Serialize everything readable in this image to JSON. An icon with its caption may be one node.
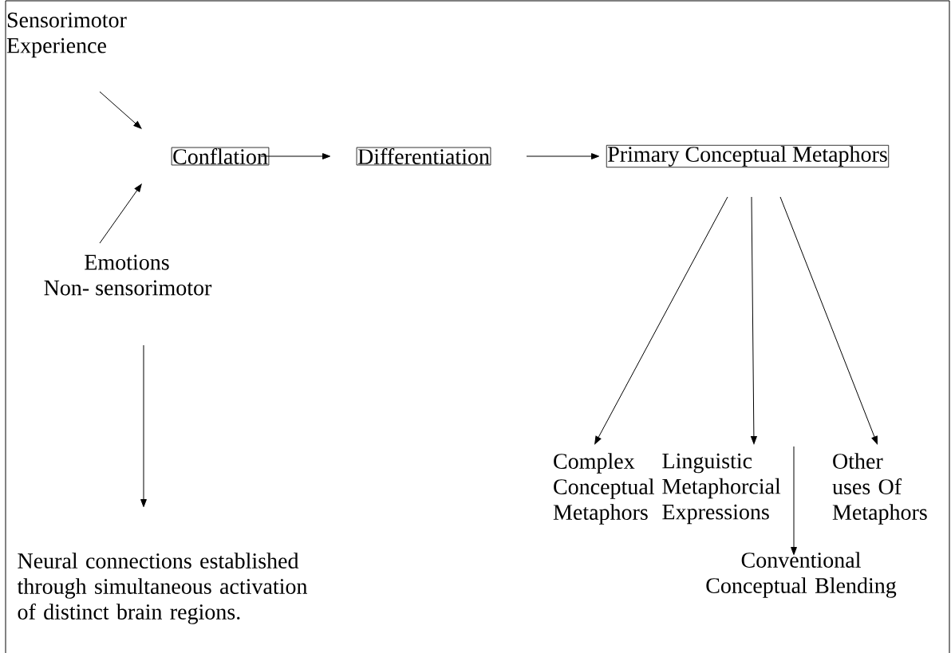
{
  "diagram": {
    "nodes": [
      {
        "text": [
          "Sensorimotor Experience"
        ]
      },
      {
        "text": [
          "Conflation"
        ]
      },
      {
        "text": [
          "Differentiation"
        ]
      },
      {
        "text": [
          "Primary Conceptual Metaphors"
        ]
      },
      {
        "text": [
          "Emotions Non- sensorimotor"
        ]
      },
      {
        "text": [
          "Complex Conceptual Metaphors"
        ]
      },
      {
        "text": [
          "Linguistic Metaphorcial Expressions"
        ]
      },
      {
        "text": [
          "Other uses Of Metaphors"
        ]
      },
      {
        "text": [
          "Neural connections established through simultaneous activation of distinct brain regions."
        ]
      },
      {
        "text": [
          "Conventional Conceptual Blending"
        ]
      }
    ],
    "edges": [
      {
        "from": 0,
        "to": 1,
        "arrow": "to"
      },
      {
        "from": 4,
        "to": 1,
        "arrow": "to"
      },
      {
        "from": 1,
        "to": 2,
        "arrow": "to"
      },
      {
        "from": 2,
        "to": 3,
        "arrow": "to"
      },
      {
        "from": 3,
        "to": 5,
        "arrow": "to"
      },
      {
        "from": 3,
        "to": 6,
        "arrow": "to"
      },
      {
        "from": 3,
        "to": 7,
        "arrow": "to"
      },
      {
        "from": 4,
        "to": 8,
        "arrow": "to"
      },
      {
        "from": 6,
        "to": 9,
        "arrow": "to"
      }
    ]
  }
}
